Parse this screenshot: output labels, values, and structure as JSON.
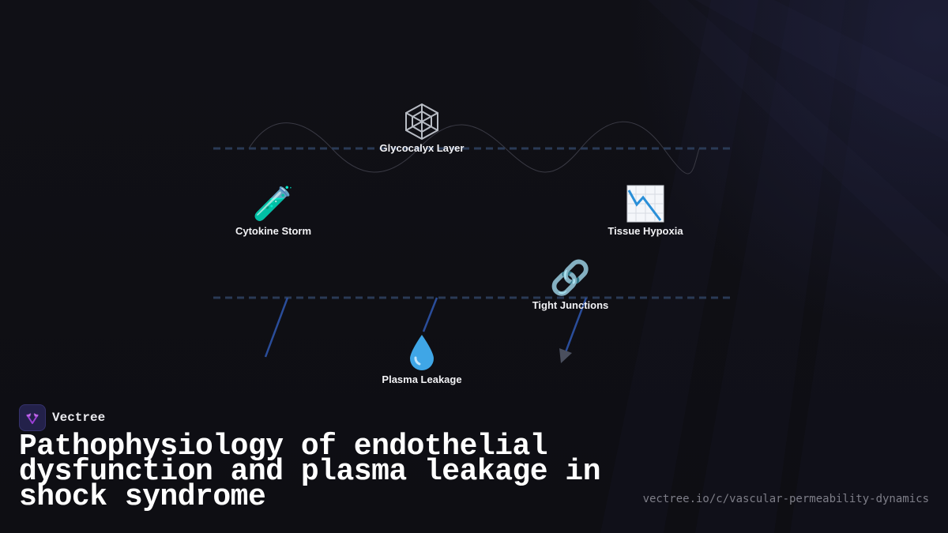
{
  "diagram": {
    "nodes": [
      {
        "id": "glycocalyx",
        "icon": "spider-web-icon",
        "glyph": "🕸",
        "label": "Glycocalyx Layer"
      },
      {
        "id": "cytokine",
        "icon": "test-tube-icon",
        "glyph": "🧪",
        "label": "Cytokine Storm"
      },
      {
        "id": "hypoxia",
        "icon": "chart-decreasing-icon",
        "glyph": "📉",
        "label": "Tissue Hypoxia"
      },
      {
        "id": "junctions",
        "icon": "link-icon",
        "glyph": "🔗",
        "label": "Tight Junctions"
      },
      {
        "id": "leakage",
        "icon": "droplet-icon",
        "glyph": "💧",
        "label": "Plasma Leakage"
      }
    ],
    "colors": {
      "membrane": "#2a3a55",
      "arrow": "#2a4d9a",
      "wave": "#3a3a44",
      "icon_web": "#b8bcc4",
      "icon_drop": "#3fa6e6",
      "icon_chart": "#2a8fd8"
    }
  },
  "brand": {
    "name": "Vectree",
    "logo_icon": "vectree-logo-icon",
    "logo_color": "#9b3fd6"
  },
  "page": {
    "title": "Pathophysiology of endothelial dysfunction and plasma leakage in shock syndrome",
    "url": "vectree.io/c/vascular-permeability-dynamics"
  }
}
